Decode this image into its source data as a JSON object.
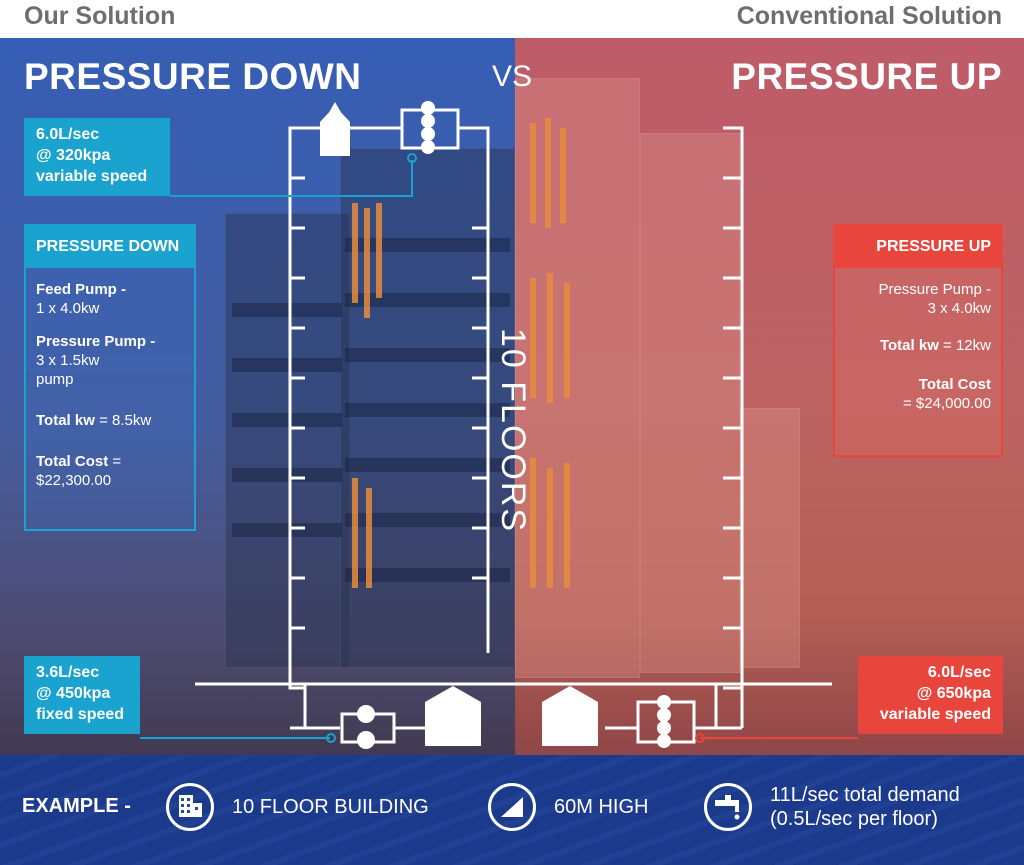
{
  "header": {
    "left_label": "Our Solution",
    "right_label": "Conventional Solution"
  },
  "titles": {
    "left": "PRESSURE DOWN",
    "vs": "VS",
    "right": "PRESSURE UP"
  },
  "callouts": {
    "top_left": [
      "6.0L/sec",
      "@ 320kpa",
      "variable speed"
    ],
    "bottom_left": [
      "3.6L/sec",
      "@ 450kpa",
      "fixed speed"
    ],
    "bottom_right": [
      "6.0L/sec",
      "@ 650kpa",
      "variable speed"
    ]
  },
  "left_panel": {
    "heading": "PRESSURE DOWN",
    "feed_label": "Feed Pump -",
    "feed_value": "1 x 4.0kw",
    "pressure_label": "Pressure Pump -",
    "pressure_value_1": "3 x 1.5kw",
    "pressure_value_2": "pump",
    "total_kw_label": "Total kw",
    "total_kw_value": " = 8.5kw",
    "total_cost_label": "Total Cost",
    "total_cost_eq": " =",
    "total_cost_value": "$22,300.00"
  },
  "right_panel": {
    "heading": "PRESSURE UP",
    "pressure_label": "Pressure Pump -",
    "pressure_value": "3 x 4.0kw",
    "total_kw_label": "Total kw",
    "total_kw_value": " = 12kw",
    "total_cost_label": "Total Cost",
    "total_cost_value": "=  $24,000.00"
  },
  "floors_label": "10 FLOORS",
  "example": {
    "label": "EXAMPLE -",
    "item1": "10 FLOOR BUILDING",
    "item2": "60M HIGH",
    "item3_line1": "11L/sec total demand",
    "item3_line2": "(0.5L/sec per floor)",
    "icons": [
      "building-icon",
      "slope-icon",
      "tap-icon"
    ]
  },
  "colors": {
    "left_accent": "#1ba3d0",
    "right_accent": "#e8453c",
    "left_tint": "#345cb4",
    "right_tint": "#c45a64",
    "bottom_bar": "#1f3e8c"
  }
}
